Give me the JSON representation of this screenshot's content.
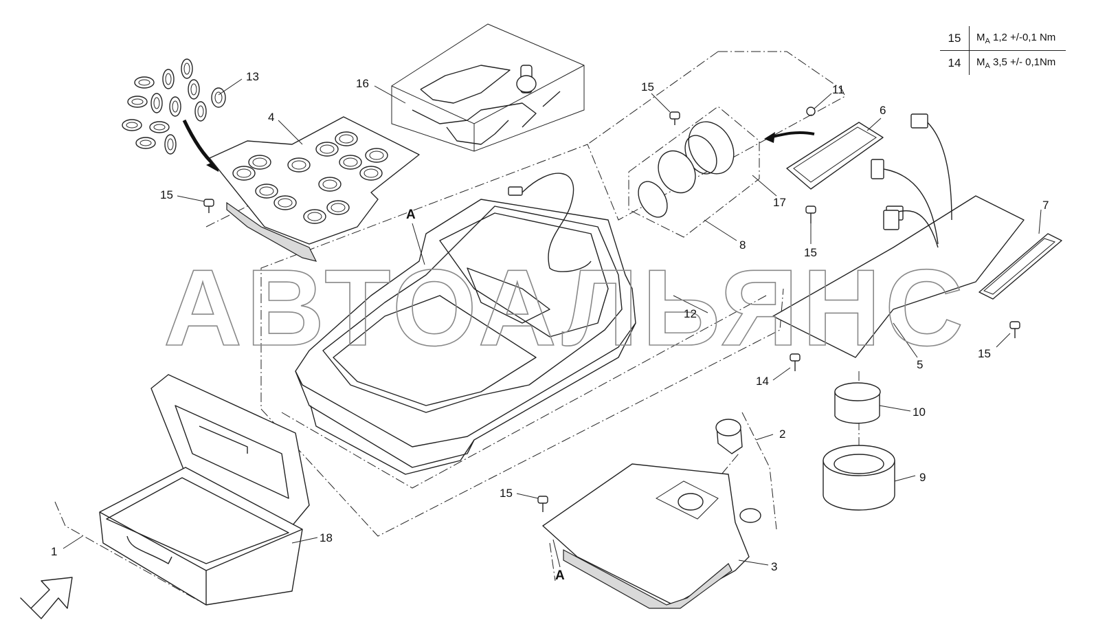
{
  "torque_table": {
    "rows": [
      {
        "part": "15",
        "symbol": "M",
        "subscript": "A",
        "value": "1,2 +/-0,1 Nm"
      },
      {
        "part": "14",
        "symbol": "M",
        "subscript": "A",
        "value": "3,5 +/- 0,1Nm"
      }
    ]
  },
  "watermark": "АВТОАЛЬЯНС",
  "view_markers": [
    "A",
    "A"
  ],
  "callouts": [
    "1",
    "2",
    "3",
    "4",
    "5",
    "6",
    "7",
    "8",
    "9",
    "10",
    "11",
    "12",
    "13",
    "14",
    "15",
    "15",
    "15",
    "15",
    "15",
    "15",
    "16",
    "17",
    "18"
  ],
  "colors": {
    "line": "#222222",
    "watermark": "#888888",
    "background": "#ffffff"
  }
}
